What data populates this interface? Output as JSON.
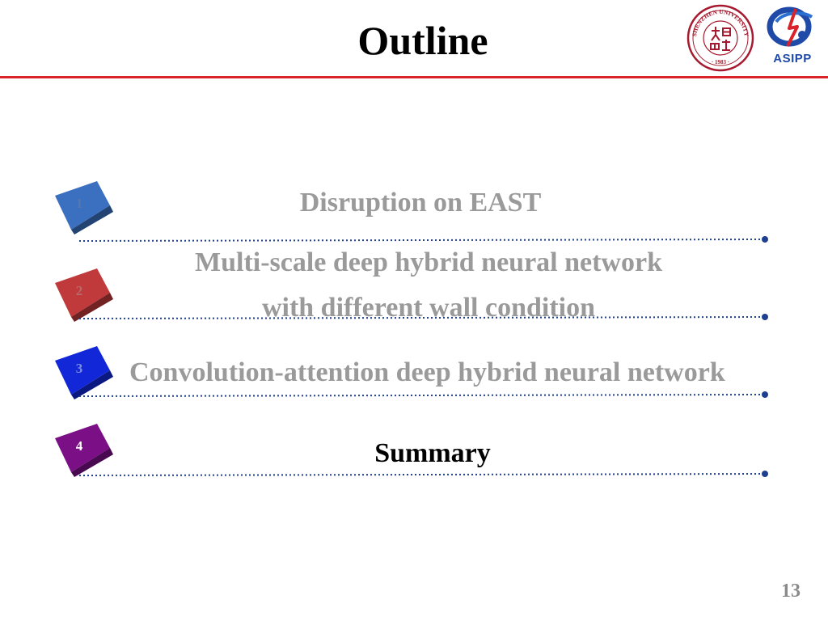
{
  "slide": {
    "title": "Outline",
    "page_number": "13",
    "accent_color": "#d8232a"
  },
  "logos": {
    "szu": {
      "icon": "szu-seal-icon",
      "text_top": "SHENZHEN UNIVERSITY",
      "year": "· 1983 ·"
    },
    "asipp": {
      "icon": "asipp-logo-icon",
      "label": "ASIPP"
    }
  },
  "items": [
    {
      "number": "1",
      "lines": [
        "Disruption on EAST"
      ],
      "cube_color": "#3b6fc0",
      "active": false
    },
    {
      "number": "2",
      "lines": [
        "Multi-scale deep hybrid neural network",
        "with different wall condition"
      ],
      "cube_color": "#c0393b",
      "active": false
    },
    {
      "number": "3",
      "lines": [
        "Convolution-attention deep hybrid neural network"
      ],
      "cube_color": "#1228d8",
      "active": false
    },
    {
      "number": "4",
      "lines": [
        "Summary"
      ],
      "cube_color": "#7a0f86",
      "active": true
    }
  ],
  "leader_color": "#1f3f8f"
}
